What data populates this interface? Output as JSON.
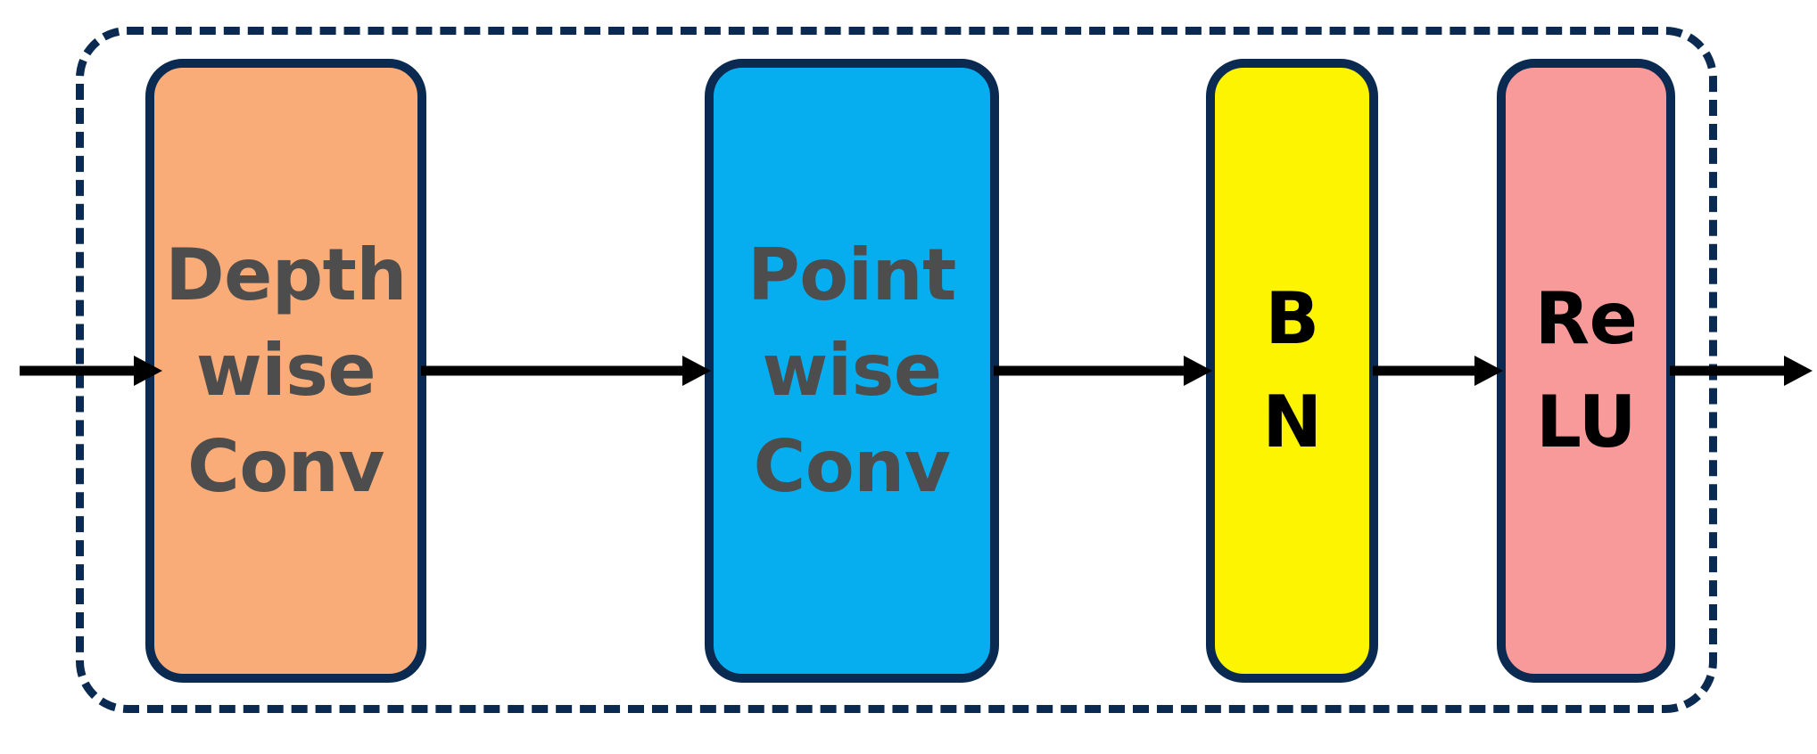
{
  "diagram": {
    "title": "Depthwise Separable Convolution Block",
    "container": {
      "name": "depthwise-separable-conv-block",
      "border_style": "dashed",
      "border_color": "#0A2A51"
    },
    "block_border_color": "#0A2A51",
    "arrow_color": "#000000",
    "stages": [
      {
        "id": "depthwise-conv",
        "lines": [
          "Depth",
          "wise",
          "Conv"
        ],
        "fill": "#F9AC78",
        "text_color": "#4D4D4D"
      },
      {
        "id": "pointwise-conv",
        "lines": [
          "Point",
          "wise",
          "Conv"
        ],
        "fill": "#06AEEF",
        "text_color": "#4D4D4D"
      },
      {
        "id": "batch-norm",
        "lines": [
          "B",
          "N"
        ],
        "fill": "#FCF400",
        "text_color": "#000000"
      },
      {
        "id": "relu",
        "lines": [
          "Re",
          "LU"
        ],
        "fill": "#F99A9A",
        "text_color": "#000000"
      }
    ],
    "arrows": [
      {
        "id": "input-arrow",
        "from": "input",
        "to": "depthwise-conv"
      },
      {
        "id": "depthwise-to-pointwise-arrow",
        "from": "depthwise-conv",
        "to": "pointwise-conv"
      },
      {
        "id": "pointwise-to-bn-arrow",
        "from": "pointwise-conv",
        "to": "batch-norm"
      },
      {
        "id": "bn-to-relu-arrow",
        "from": "batch-norm",
        "to": "relu"
      },
      {
        "id": "output-arrow",
        "from": "relu",
        "to": "output"
      }
    ]
  }
}
